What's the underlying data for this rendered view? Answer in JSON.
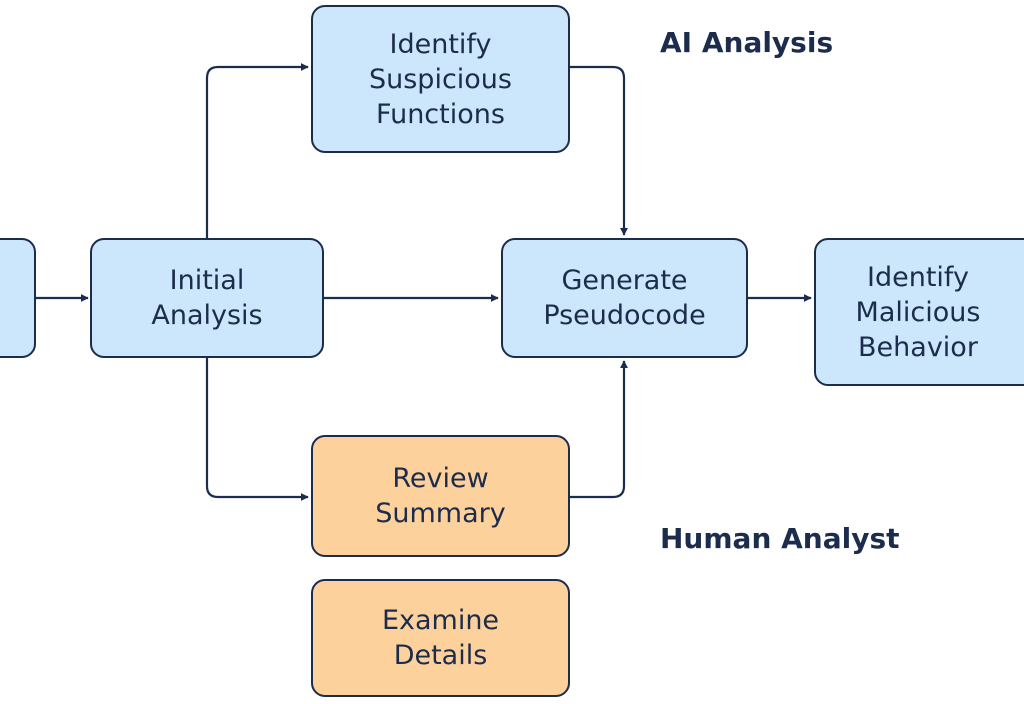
{
  "nodes": {
    "initial": {
      "line1": "Initial",
      "line2": "Analysis"
    },
    "suspicious": {
      "line1": "Identify",
      "line2": "Suspicious",
      "line3": "Functions"
    },
    "pseudocode": {
      "line1": "Generate",
      "line2": "Pseudocode"
    },
    "malicious": {
      "line1": "Identify",
      "line2": "Malicious",
      "line3": "Behavior"
    },
    "review": {
      "line1": "Review",
      "line2": "Summary"
    },
    "examine": {
      "line1": "Examine",
      "line2": "Details"
    }
  },
  "lanes": {
    "ai": "AI Analysis",
    "human": "Human Analyst"
  },
  "colors": {
    "ai_fill": "#cce6fb",
    "human_fill": "#fdd19c",
    "stroke": "#1c2c4c"
  }
}
